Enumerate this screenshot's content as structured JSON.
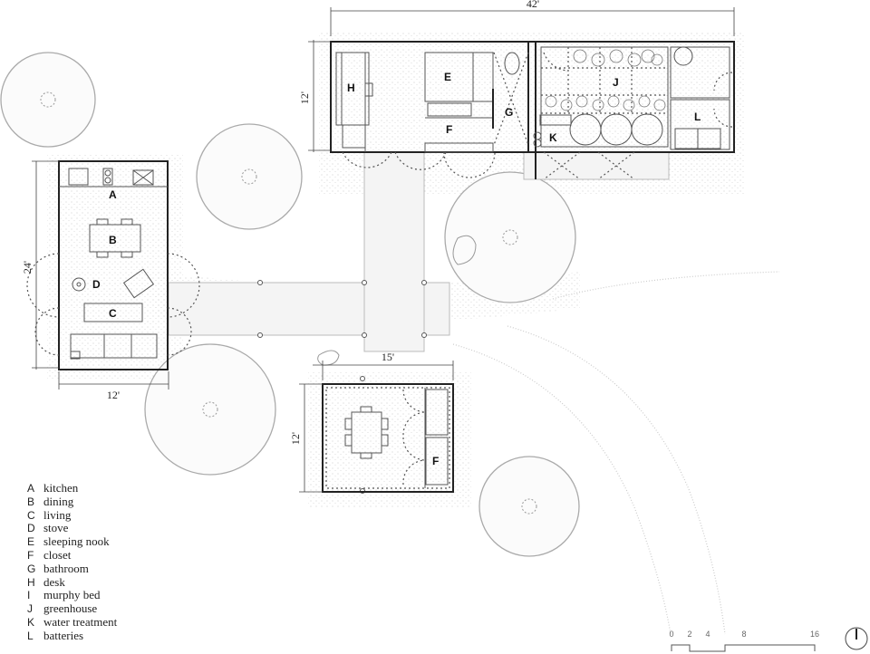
{
  "plan": {
    "dimensions": {
      "main_width": "42'",
      "main_depth": "12'",
      "left_depth": "24'",
      "left_width": "12'",
      "bottom_width": "15'",
      "bottom_depth": "12'"
    },
    "room_labels": {
      "A": "A",
      "B": "B",
      "C": "C",
      "D": "D",
      "E": "E",
      "F": "F",
      "F2": "F",
      "G": "G",
      "H": "H",
      "J": "J",
      "K": "K",
      "L": "L"
    }
  },
  "legend": {
    "items": [
      {
        "key": "A",
        "label": "kitchen"
      },
      {
        "key": "B",
        "label": "dining"
      },
      {
        "key": "C",
        "label": "living"
      },
      {
        "key": "D",
        "label": "stove"
      },
      {
        "key": "E",
        "label": "sleeping nook"
      },
      {
        "key": "F",
        "label": "closet"
      },
      {
        "key": "G",
        "label": "bathroom"
      },
      {
        "key": "H",
        "label": "desk"
      },
      {
        "key": "I",
        "label": "murphy bed"
      },
      {
        "key": "J",
        "label": "greenhouse"
      },
      {
        "key": "K",
        "label": "water treatment"
      },
      {
        "key": "L",
        "label": "batteries"
      }
    ]
  },
  "scale_bar": {
    "ticks": [
      "0",
      "2",
      "4",
      "8",
      "16"
    ]
  },
  "north_arrow": {
    "icon": "north-arrow-icon"
  }
}
